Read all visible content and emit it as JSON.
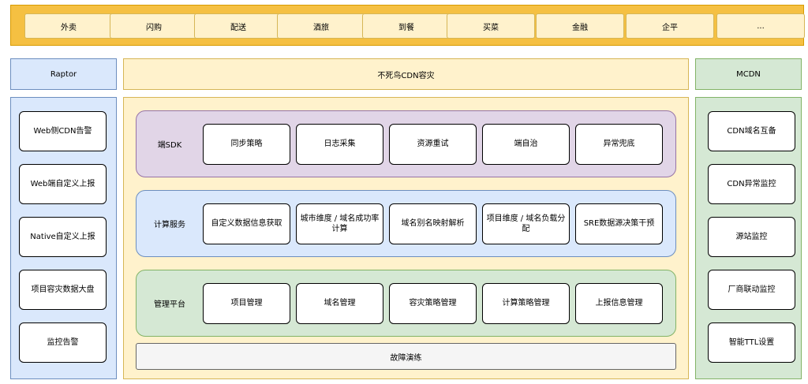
{
  "business_lines": [
    "外卖",
    "闪购",
    "配送",
    "酒旅",
    "到餐",
    "买菜",
    "金融",
    "企平",
    "..."
  ],
  "left": {
    "title": "Raptor",
    "items": [
      "Web侧CDN告警",
      "Web端自定义上报",
      "Native自定义上报",
      "项目容灾数据大盘",
      "监控告警"
    ]
  },
  "center": {
    "title": "不死鸟CDN容灾",
    "layers": [
      {
        "name": "端SDK",
        "items": [
          "同步策略",
          "日志采集",
          "资源重试",
          "端自治",
          "异常兜底"
        ]
      },
      {
        "name": "计算服务",
        "items": [
          "自定义数据信息获取",
          "城市维度 / 域名成功率计算",
          "域名别名映射解析",
          "项目维度 / 域名负载分配",
          "SRE数据源决策干预"
        ]
      },
      {
        "name": "管理平台",
        "items": [
          "项目管理",
          "域名管理",
          "容灾策略管理",
          "计算策略管理",
          "上报信息管理"
        ]
      }
    ],
    "footer": "故障演练"
  },
  "right": {
    "title": "MCDN",
    "items": [
      "CDN域名互备",
      "CDN异常监控",
      "源站监控",
      "厂商联动监控",
      "智能TTL设置"
    ]
  },
  "colors": {
    "top_bar": "#f5c042",
    "blue": "#dae8fc",
    "yellow": "#fff2cc",
    "green": "#d5e8d4",
    "purple": "#e1d5e7",
    "gray": "#f5f5f5"
  }
}
